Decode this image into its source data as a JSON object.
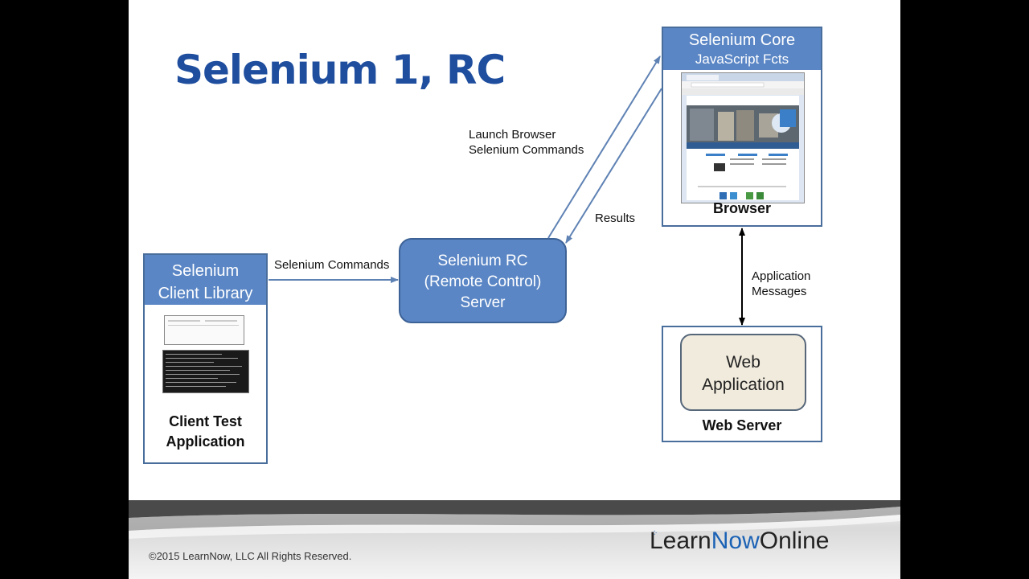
{
  "slide": {
    "title": "Selenium 1, RC"
  },
  "client": {
    "header_line1": "Selenium",
    "header_line2": "Client Library",
    "caption_line1": "Client Test",
    "caption_line2": "Application"
  },
  "rc_server": {
    "line1": "Selenium RC",
    "line2": "(Remote Control)",
    "line3": "Server"
  },
  "browser": {
    "header_line1": "Selenium Core",
    "header_line2": "JavaScript Fcts",
    "caption": "Browser"
  },
  "web_server": {
    "app_line1": "Web",
    "app_line2": "Application",
    "caption": "Web Server"
  },
  "edges": {
    "client_to_rc": "Selenium Commands",
    "rc_to_browser_line1": "Launch Browser",
    "rc_to_browser_line2": "Selenium Commands",
    "browser_to_rc": "Results",
    "browser_web_line1": "Application",
    "browser_web_line2": "Messages"
  },
  "footer": {
    "copyright": "©2015 LearnNow, LLC All Rights Reserved.",
    "logo_part1": "Learn",
    "logo_part2": "Now",
    "logo_part3": "Online"
  },
  "colors": {
    "title": "#1f4e9e",
    "box_header": "#5a86c5",
    "arrow": "#5f82b4",
    "web_app_fill": "#f1ebdd"
  }
}
